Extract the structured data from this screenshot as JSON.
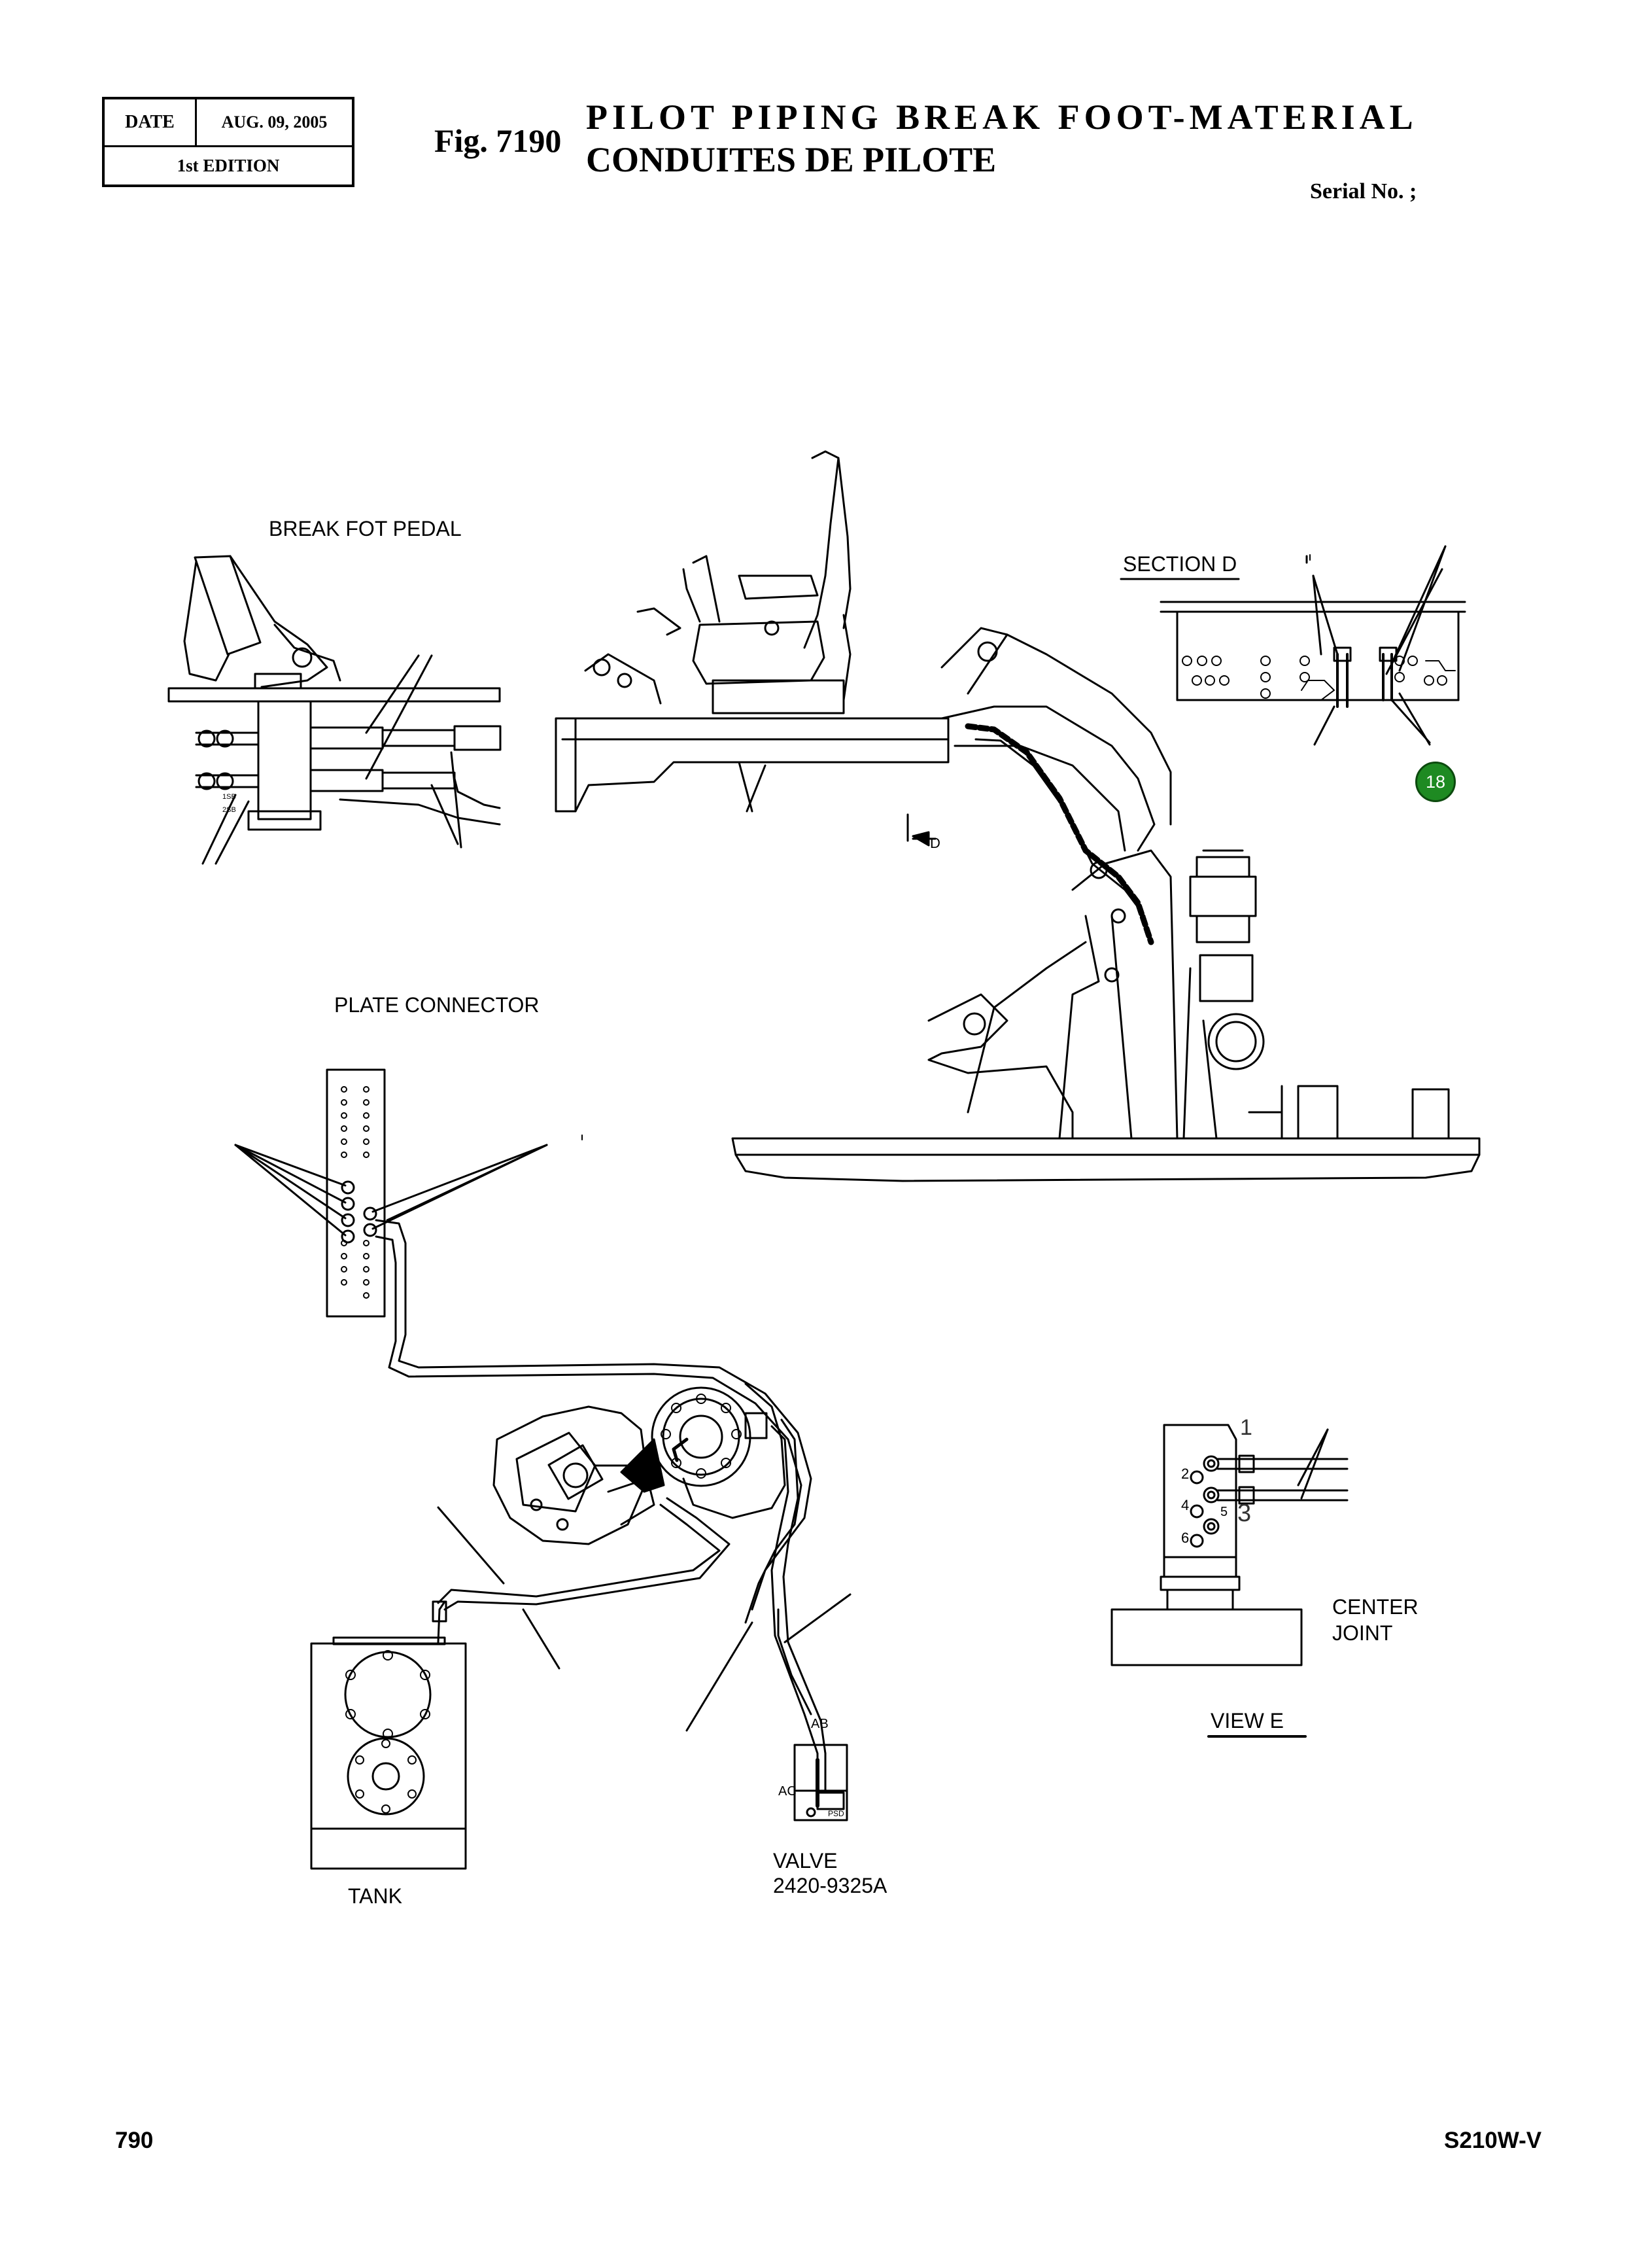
{
  "header": {
    "date_label": "DATE",
    "date_value": "AUG. 09, 2005",
    "edition": "1st EDITION",
    "fig_number": "Fig. 7190",
    "title_line1": "PILOT PIPING BREAK FOOT-MATERIAL",
    "title_line2": "CONDUITES DE PILOTE",
    "serial": "Serial No. ;"
  },
  "labels": {
    "break_pedal": "BREAK FOT PEDAL",
    "section_d": "SECTION    D",
    "section_d_marker": "D",
    "plate_connector": "PLATE CONNECTOR",
    "center_joint_line1": "CENTER",
    "center_joint_line2": "JOINT",
    "view_e": "VIEW    E",
    "tank": "TANK",
    "valve": "VALVE",
    "valve_part": "2420-9325A",
    "port_ab": "AB",
    "port_ac": "AC",
    "port_psd": "PSD",
    "pedal_small_1": "1SB",
    "pedal_small_2": "2SB"
  },
  "center_joint_ports": [
    "1",
    "2",
    "3",
    "4",
    "5",
    "6"
  ],
  "callouts": [
    {
      "number": "18",
      "color": "#1e8a22"
    }
  ],
  "footer": {
    "page_number": "790",
    "model": "S210W-V"
  }
}
